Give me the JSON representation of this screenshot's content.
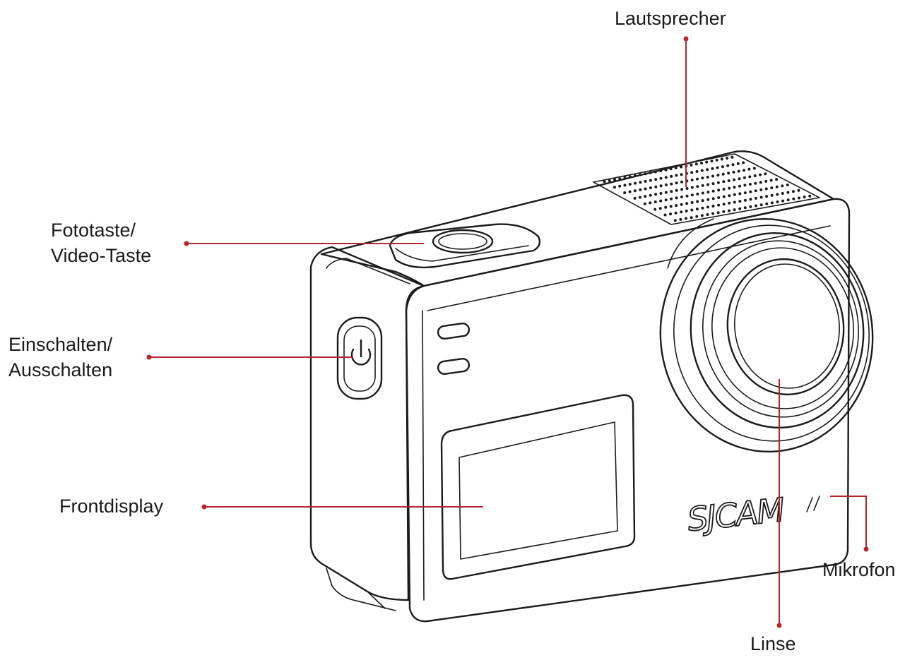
{
  "labels": {
    "speaker": "Lautsprecher",
    "shutter_line1": "Fototaste/",
    "shutter_line2": "Video-Taste",
    "power_line1": "Einschalten/",
    "power_line2": "Ausschalten",
    "front_display": "Frontdisplay",
    "microphone": "Mikrofon",
    "lens": "Linse"
  },
  "camera": {
    "brand_logo": "SJCAM"
  },
  "colors": {
    "leader_line": "#b3262a",
    "outline": "#1b1b1b"
  }
}
